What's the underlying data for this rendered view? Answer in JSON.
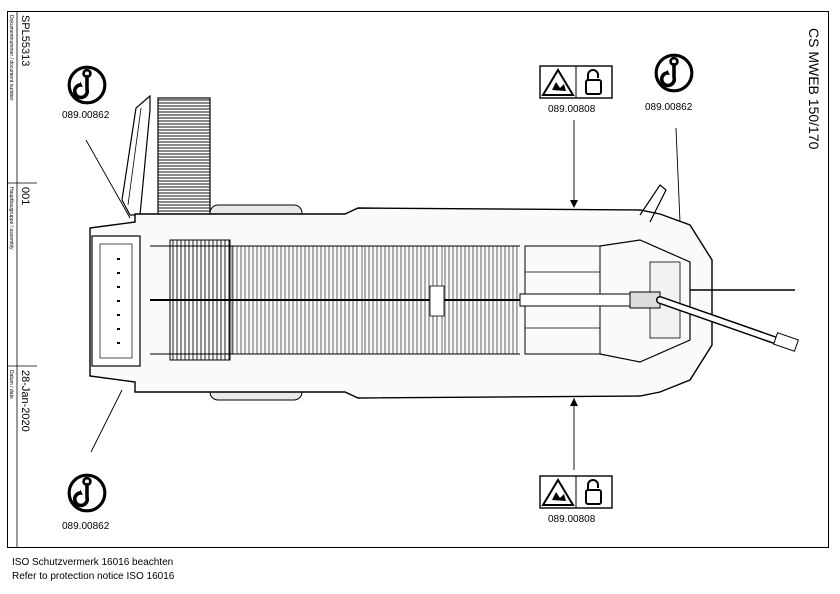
{
  "title_block": {
    "doc_label": "Dokumentnummer / document number",
    "doc_number": "SPL55313",
    "assembly_label": "Hauptbaugruppe / assembly",
    "assembly_number": "001",
    "date_label": "Datum / date",
    "date": "28-Jan-2020"
  },
  "drawing_title": "CS MWEB 150/170",
  "labels": {
    "lifting_top_left": "089.00862",
    "lifting_top_right": "089.00862",
    "lifting_bottom_left": "089.00862",
    "warning_top": "089.00808",
    "warning_bottom": "089.00808"
  },
  "icons": {
    "lifting": "lifting-hook-icon",
    "warning": "crush-hazard-warning-icon",
    "lock": "padlock-icon"
  },
  "footer": {
    "line1": "ISO Schutzvermerk 16016 beachten",
    "line2": "Refer to protection notice ISO 16016"
  }
}
